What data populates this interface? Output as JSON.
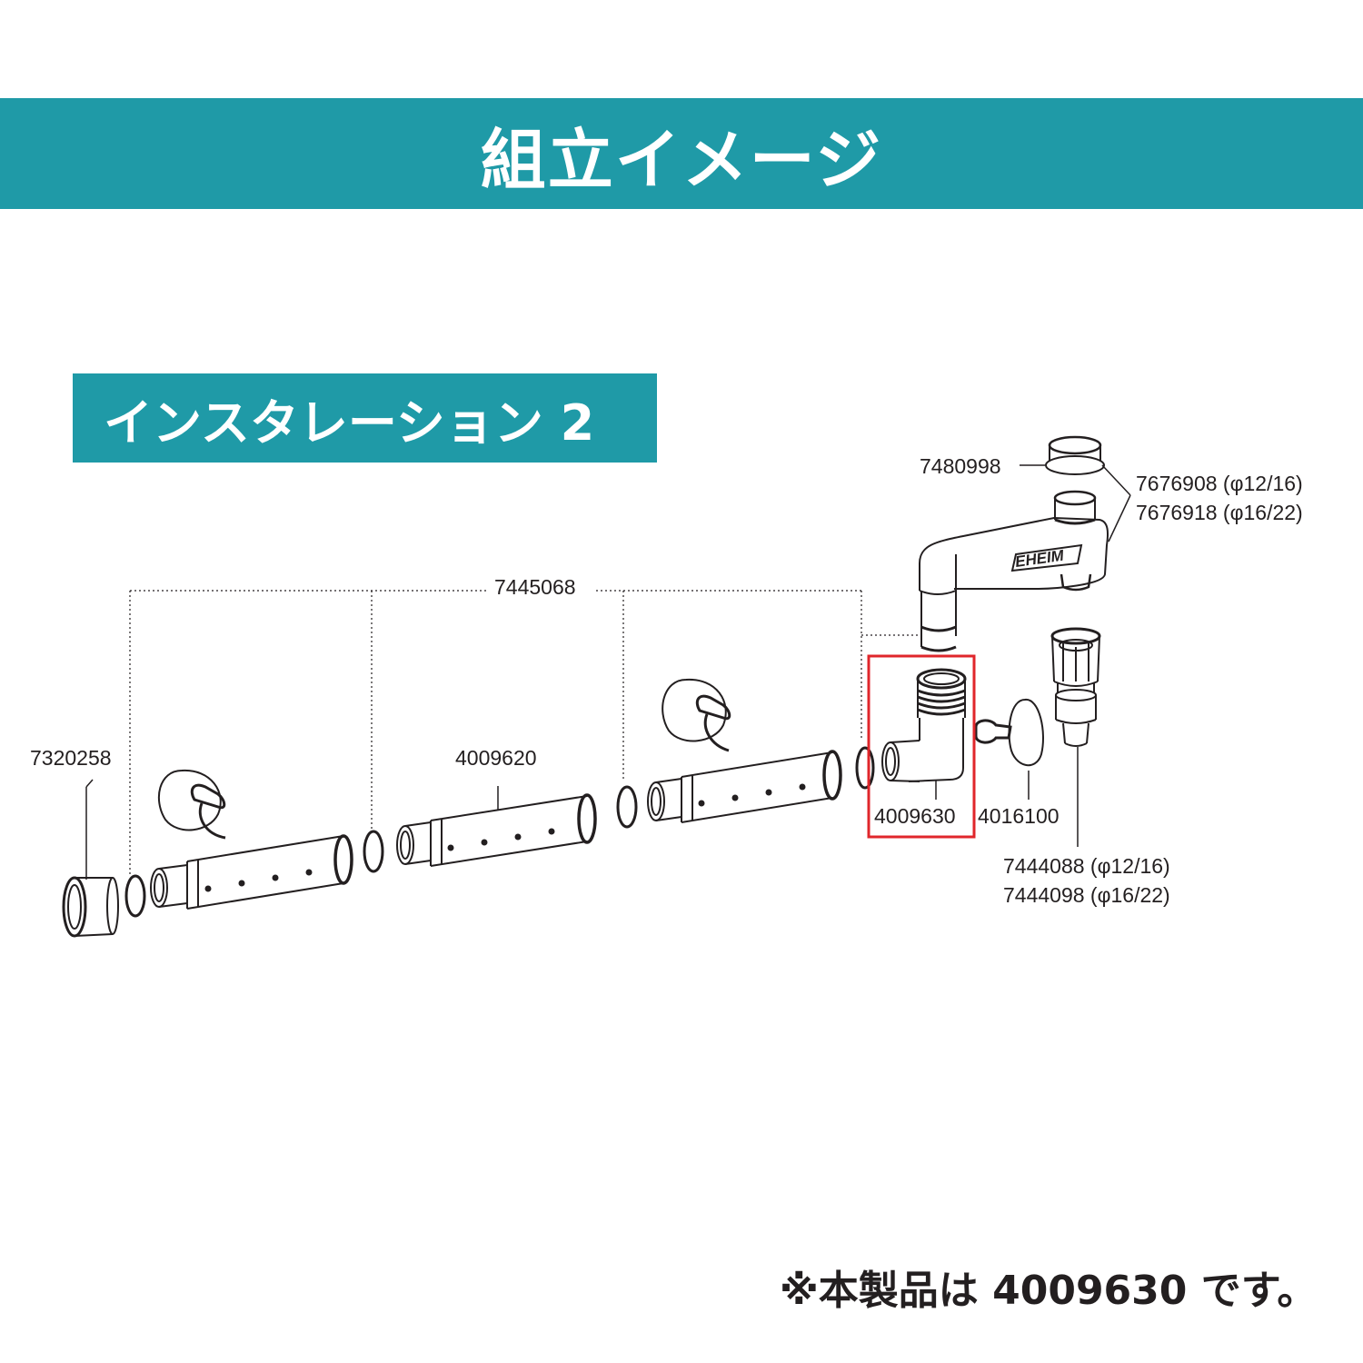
{
  "header": {
    "title": "組立イメージ"
  },
  "section": {
    "title": "インスタレーション 2"
  },
  "parts": {
    "p7480998": "7480998",
    "p7676908": "7676908 (φ12/16)",
    "p7676918": "7676918 (φ16/22)",
    "p7445068": "7445068",
    "p7320258": "7320258",
    "p4009620": "4009620",
    "p4009630": "4009630",
    "p4016100": "4016100",
    "p7444088": "7444088 (φ12/16)",
    "p7444098": "7444098 (φ16/22)"
  },
  "brand": "EHEIM",
  "note": "※本製品は 4009630 です。",
  "colors": {
    "banner": "#1f9aa7",
    "highlight": "#e0262b",
    "ink": "#231f20"
  }
}
